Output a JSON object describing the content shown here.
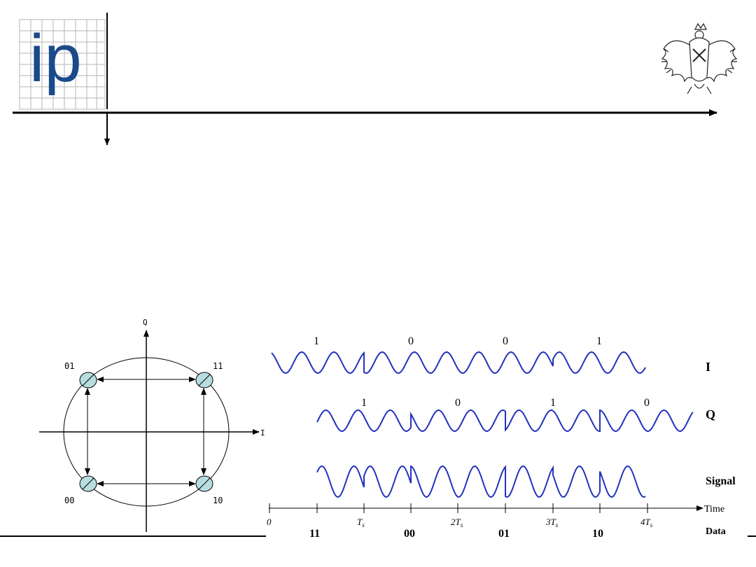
{
  "logo": {
    "text": "ip"
  },
  "constellation": {
    "axis_i": "I",
    "axis_q": "Q",
    "points": [
      {
        "label": "01",
        "i": -1,
        "q": 1
      },
      {
        "label": "11",
        "i": 1,
        "q": 1
      },
      {
        "label": "00",
        "i": -1,
        "q": -1
      },
      {
        "label": "10",
        "i": 1,
        "q": -1
      }
    ],
    "colors": {
      "point_fill": "#b8dde0",
      "stroke": "#000000"
    }
  },
  "waveforms": {
    "wave_color": "#2233bb",
    "i_channel": {
      "label": "I",
      "bits": [
        "1",
        "0",
        "0",
        "1"
      ]
    },
    "q_channel": {
      "label": "Q",
      "bits": [
        "1",
        "0",
        "1",
        "0"
      ]
    },
    "signal": {
      "label": "Signal"
    },
    "time_axis": {
      "label": "Time",
      "ticks": [
        "0",
        "T",
        "2T",
        "3T",
        "4T"
      ],
      "tick_subscript": "s"
    },
    "data": {
      "label": "Data",
      "symbols": [
        "11",
        "00",
        "01",
        "10"
      ]
    }
  }
}
